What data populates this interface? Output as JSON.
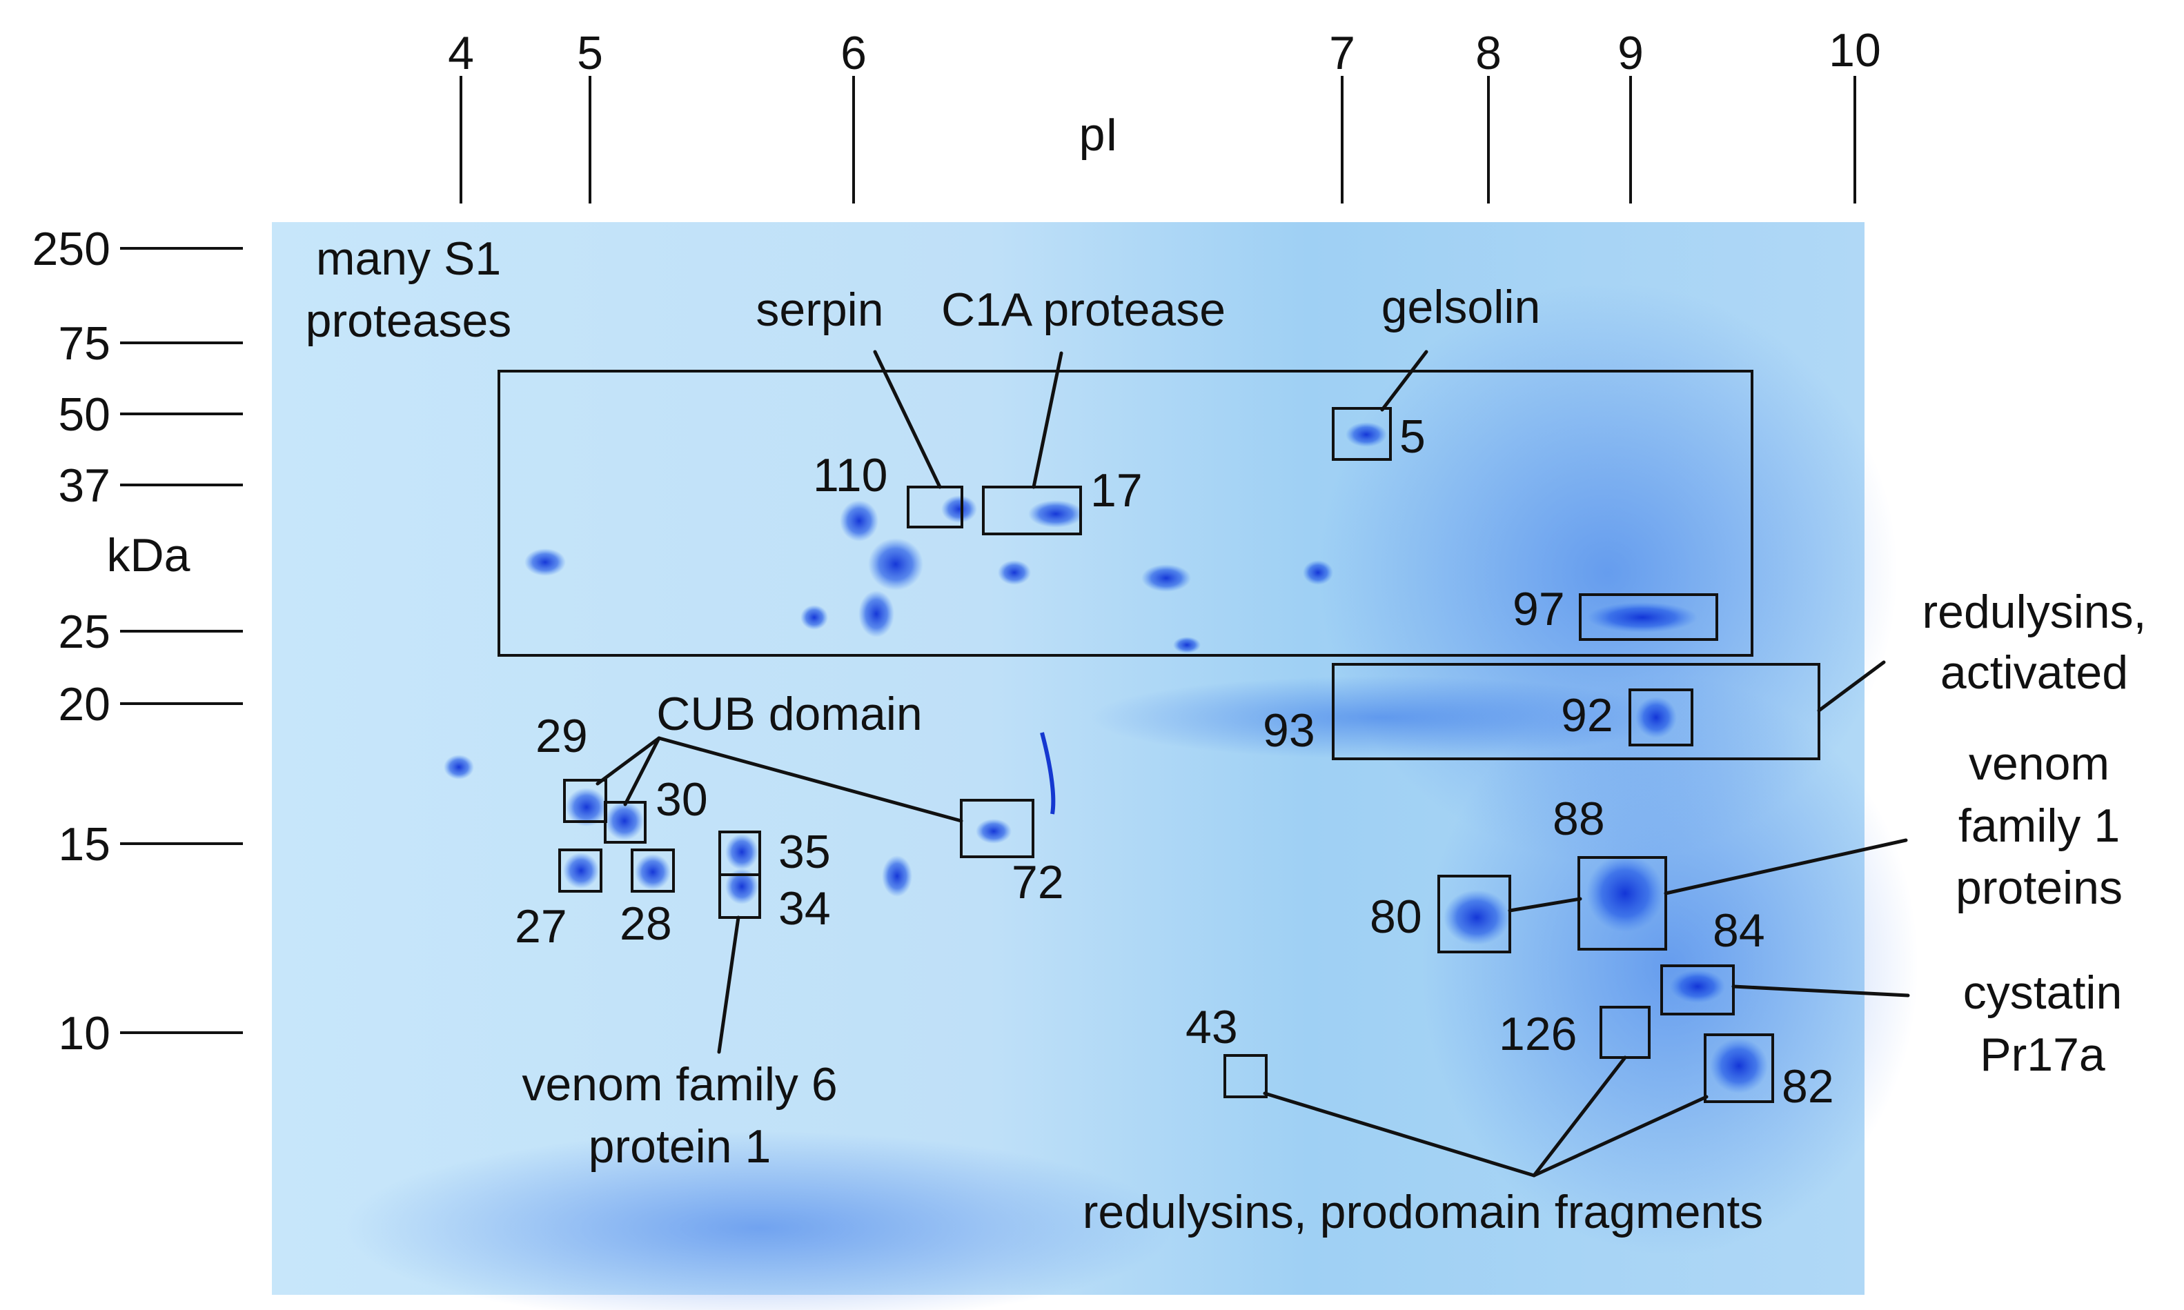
{
  "figure": {
    "x_axis": {
      "title": "pI",
      "ticks": [
        {
          "label": "4"
        },
        {
          "label": "5"
        },
        {
          "label": "6"
        },
        {
          "label": "7"
        },
        {
          "label": "8"
        },
        {
          "label": "9"
        },
        {
          "label": "10"
        }
      ]
    },
    "y_axis": {
      "title": "kDa",
      "ticks": [
        {
          "label": "250"
        },
        {
          "label": "75"
        },
        {
          "label": "50"
        },
        {
          "label": "37"
        },
        {
          "label": "25"
        },
        {
          "label": "20"
        },
        {
          "label": "15"
        },
        {
          "label": "10"
        }
      ]
    },
    "annotations": {
      "many_s1_l1": "many S1",
      "many_s1_l2": "proteases",
      "serpin": "serpin",
      "c1a": "C1A protease",
      "gelsolin": "gelsolin",
      "redulysins_act_l1": "redulysins,",
      "redulysins_act_l2": "activated",
      "cub": "CUB domain",
      "venom1_l1": "venom",
      "venom1_l2": "family 1",
      "venom1_l3": "proteins",
      "cystatin_l1": "cystatin",
      "cystatin_l2": "Pr17a",
      "venom6_l1": "venom family 6",
      "venom6_l2": "protein 1",
      "redulysins_pro": "redulysins, prodomain fragments"
    },
    "spots": {
      "s5": "5",
      "s110": "110",
      "s17": "17",
      "s97": "97",
      "s93": "93",
      "s92": "92",
      "s29": "29",
      "s30": "30",
      "s27": "27",
      "s28": "28",
      "s35": "35",
      "s34": "34",
      "s72": "72",
      "s88": "88",
      "s80": "80",
      "s84": "84",
      "s126": "126",
      "s82": "82",
      "s43": "43"
    },
    "colors": {
      "gel_base": "#b9ddf6",
      "spot": "#1f4fe0",
      "ink": "#111111"
    }
  }
}
